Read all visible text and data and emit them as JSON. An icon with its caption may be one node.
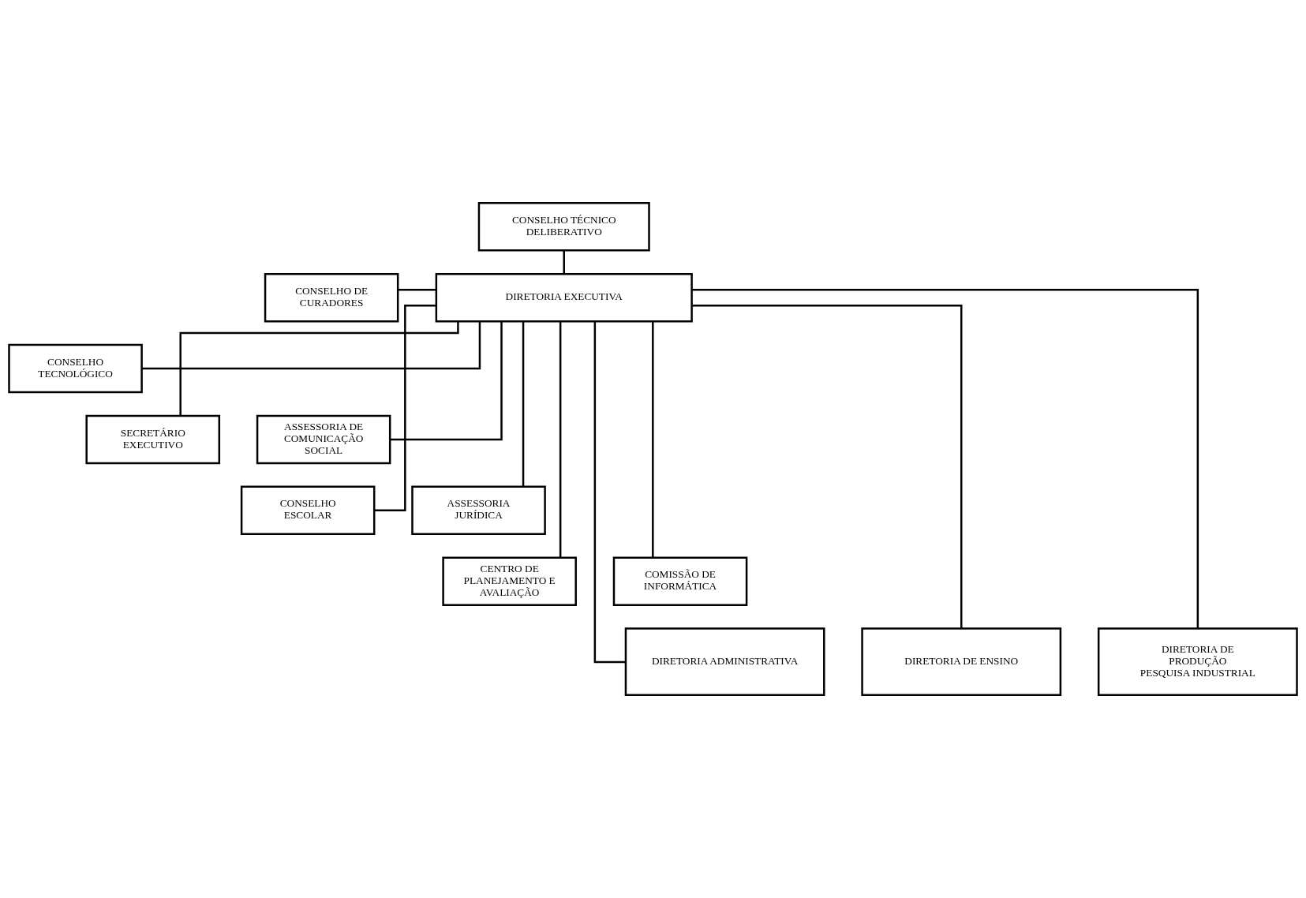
{
  "diagram": {
    "nodes": [
      {
        "text": [
          "CONSELHO TÉCNICO DELIBERATIVO"
        ]
      },
      {
        "text": [
          "CONSELHO DE CURADORES"
        ]
      },
      {
        "text": [
          "DIRETORIA EXECUTIVA"
        ]
      },
      {
        "text": [
          "CONSELHO TECNOLÓGICO"
        ]
      },
      {
        "text": [
          "SECRETÁRIO EXECUTIVO"
        ]
      },
      {
        "text": [
          "ASSESSORIA DE COMUNICAÇÃO SOCIAL"
        ]
      },
      {
        "text": [
          "CONSELHO ESCOLAR"
        ]
      },
      {
        "text": [
          "ASSESSORIA JURÍDICA"
        ]
      },
      {
        "text": [
          "CENTRO DE PLANEJAMENTO E AVALIAÇÃO"
        ]
      },
      {
        "text": [
          "COMISSÃO DE INFORMÁTICA"
        ]
      },
      {
        "text": [
          "DIRETORIA ADMINISTRATIVA"
        ]
      },
      {
        "text": [
          "DIRETORIA DE ENSINO"
        ]
      },
      {
        "text": [
          "DIRETORIA DE PRODUÇÃO PESQUISA INDUSTRIAL"
        ]
      }
    ],
    "edges": [
      {
        "from": 0,
        "to": 2,
        "arrow": "none"
      },
      {
        "from": 1,
        "to": 2,
        "arrow": "none"
      },
      {
        "from": 2,
        "to": 3,
        "arrow": "none"
      },
      {
        "from": 2,
        "to": 4,
        "arrow": "none"
      },
      {
        "from": 2,
        "to": 5,
        "arrow": "none"
      },
      {
        "from": 2,
        "to": 6,
        "arrow": "none"
      },
      {
        "from": 2,
        "to": 7,
        "arrow": "none"
      },
      {
        "from": 2,
        "to": 8,
        "arrow": "none"
      },
      {
        "from": 2,
        "to": 9,
        "arrow": "none"
      },
      {
        "from": 2,
        "to": 10,
        "arrow": "none"
      },
      {
        "from": 2,
        "to": 11,
        "arrow": "none"
      },
      {
        "from": 2,
        "to": 12,
        "arrow": "none"
      }
    ]
  }
}
